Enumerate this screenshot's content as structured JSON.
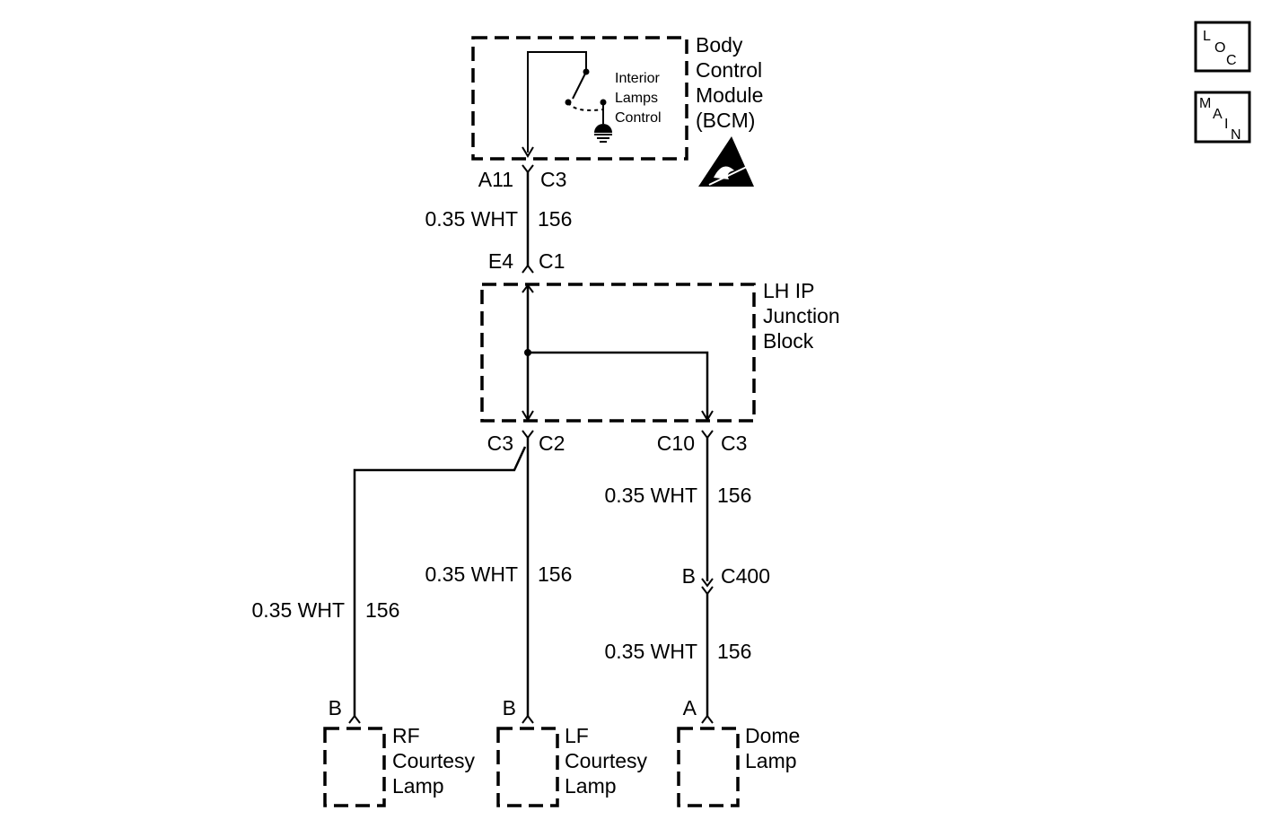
{
  "components": {
    "bcm": {
      "label_lines": [
        "Body",
        "Control",
        "Module",
        "(BCM)"
      ]
    },
    "interior_lamps_control": {
      "label_lines": [
        "Interior",
        "Lamps",
        "Control"
      ]
    },
    "junction_block": {
      "label_lines": [
        "LH IP",
        "Junction",
        "Block"
      ]
    },
    "rf_lamp": {
      "label_lines": [
        "RF",
        "Courtesy",
        "Lamp"
      ]
    },
    "lf_lamp": {
      "label_lines": [
        "LF",
        "Courtesy",
        "Lamp"
      ]
    },
    "dome_lamp": {
      "label_lines": [
        "Dome",
        "Lamp"
      ]
    }
  },
  "connectors": {
    "bcm_out": {
      "pin": "A11",
      "connector": "C3"
    },
    "jb_in": {
      "pin": "E4",
      "connector": "C1"
    },
    "jb_out_left": {
      "pin": "C3",
      "connector": "C2"
    },
    "jb_out_right": {
      "pin": "C10",
      "connector": "C3"
    },
    "inline": {
      "pin": "B",
      "connector": "C400"
    },
    "rf_lamp": {
      "pin": "B"
    },
    "lf_lamp": {
      "pin": "B"
    },
    "dome_lamp": {
      "pin": "A"
    }
  },
  "wires": {
    "bcm_to_jb": {
      "gauge_color": "0.35 WHT",
      "circuit": "156"
    },
    "jb_to_c400": {
      "gauge_color": "0.35 WHT",
      "circuit": "156"
    },
    "to_lf": {
      "gauge_color": "0.35 WHT",
      "circuit": "156"
    },
    "to_rf": {
      "gauge_color": "0.35 WHT",
      "circuit": "156"
    },
    "c400_to_dome": {
      "gauge_color": "0.35 WHT",
      "circuit": "156"
    }
  },
  "nav": {
    "loc": {
      "letters": [
        "L",
        "O",
        "C"
      ]
    },
    "main": {
      "letters": [
        "M",
        "A",
        "I",
        "N"
      ]
    }
  },
  "icons": {
    "esd": "esd-warning-icon",
    "ground": "ground-icon"
  }
}
